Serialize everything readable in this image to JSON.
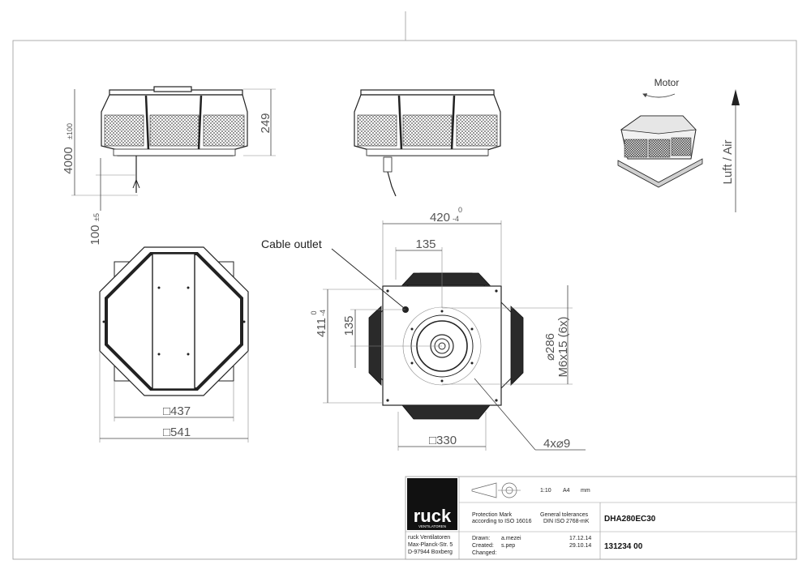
{
  "labels": {
    "motor": "Motor",
    "luft_air": "Luft / Air",
    "cable_outlet": "Cable outlet"
  },
  "dimensions": {
    "height_249": "249",
    "cable_4000": "4000",
    "cable_4000_tol": "±100",
    "offset_100": "100",
    "offset_100_tol": "±5",
    "width_420": "420",
    "width_420_tol_upper": "0",
    "width_420_tol_lower": "-4",
    "dist_135_h": "135",
    "dist_135_v": "135",
    "height_411": "411",
    "height_411_tol_upper": "0",
    "height_411_tol_lower": "-4",
    "bolt_circle": "⌀286",
    "bolts": "M6x15 (6x)",
    "square_437": "□437",
    "square_541": "□541",
    "square_330": "□330",
    "holes": "4x⌀9"
  },
  "title_block": {
    "logo_text": "ruck",
    "logo_sub": "VENTILATOREN",
    "company_line1": "ruck Ventilatoren",
    "company_line2": "Max-Planck-Str. 5",
    "company_line3": "D-97944 Boxberg",
    "scale": "1:10",
    "paper": "A4",
    "unit": "mm",
    "protection_line1": "Protection Mark",
    "protection_line2": "according to ISO 16016",
    "tolerances_line1": "General tolerances",
    "tolerances_line2": "DIN ISO 2768-mK",
    "drawn_label": "Drawn:",
    "drawn_by": "a.mezei",
    "drawn_date": "17.12.14",
    "created_label": "Created:",
    "created_by": "s.pep",
    "created_date": "29.10.14",
    "changed_label": "Changed:",
    "model": "DHA280EC30",
    "drawing_number": "131234 00"
  }
}
